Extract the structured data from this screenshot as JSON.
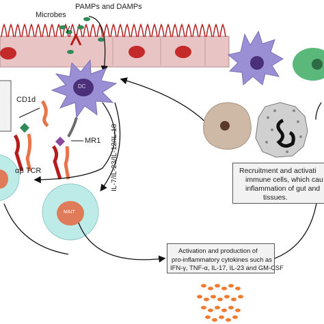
{
  "labels": {
    "microbes": "Microbes",
    "pamps_damps": "PAMPs and DAMPs",
    "dc": "DC",
    "cd1d": "CD1d",
    "mr1": "MR1",
    "ab_tcr": "αβ TCR",
    "mait": "MAIT",
    "cytokines_vertical": "IL-7/IL-23/IL-12/IL-18"
  },
  "boxes": {
    "recruitment": {
      "lines": [
        "Recruitment and activati",
        "immune cells, which cau",
        "inflammation of gut and",
        "tissues."
      ]
    },
    "activation": {
      "lines": [
        "Activation and production of",
        "pro-inflammatory cytokines such as",
        "IFN-γ, TNF-α, IL-17, IL-23 and GM-CSF"
      ]
    }
  },
  "colors": {
    "epithelium": "#e8c4c4",
    "epithelium_nucleus": "#c42a2a",
    "receptor": "#b71c1c",
    "dendritic_cell": "#9a8fd4",
    "dc_nucleus": "#4b2f7a",
    "mait_cell": "#bdebe8",
    "mait_nucleus": "#e07b5a",
    "macrophage": "#cdb9a6",
    "granulocyte": "#d0d0d0",
    "green_cell": "#5ab87a",
    "cytokine_particles": "#ef7b2e",
    "tcr_orange": "#e8744a",
    "cd1d_green": "#2e8b57",
    "mr1_purple": "#8b4a9c"
  }
}
